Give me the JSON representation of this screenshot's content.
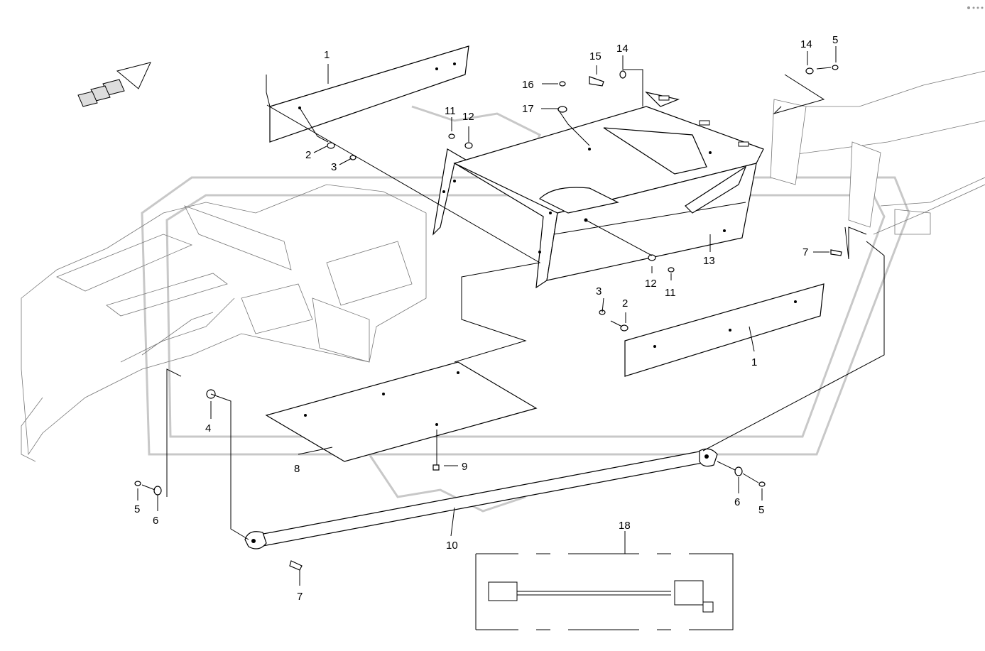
{
  "diagram": {
    "callouts": [
      {
        "key": "c1a",
        "text": "1"
      },
      {
        "key": "c1b",
        "text": "1"
      },
      {
        "key": "c2a",
        "text": "2"
      },
      {
        "key": "c2b",
        "text": "2"
      },
      {
        "key": "c3a",
        "text": "3"
      },
      {
        "key": "c3b",
        "text": "3"
      },
      {
        "key": "c4",
        "text": "4"
      },
      {
        "key": "c5a",
        "text": "5"
      },
      {
        "key": "c5b",
        "text": "5"
      },
      {
        "key": "c5c",
        "text": "5"
      },
      {
        "key": "c6a",
        "text": "6"
      },
      {
        "key": "c6b",
        "text": "6"
      },
      {
        "key": "c7a",
        "text": "7"
      },
      {
        "key": "c7b",
        "text": "7"
      },
      {
        "key": "c8",
        "text": "8"
      },
      {
        "key": "c9",
        "text": "9"
      },
      {
        "key": "c10",
        "text": "10"
      },
      {
        "key": "c11a",
        "text": "11"
      },
      {
        "key": "c11b",
        "text": "11"
      },
      {
        "key": "c12a",
        "text": "12"
      },
      {
        "key": "c12b",
        "text": "12"
      },
      {
        "key": "c13",
        "text": "13"
      },
      {
        "key": "c14a",
        "text": "14"
      },
      {
        "key": "c14b",
        "text": "14"
      },
      {
        "key": "c15",
        "text": "15"
      },
      {
        "key": "c16",
        "text": "16"
      },
      {
        "key": "c17",
        "text": "17"
      },
      {
        "key": "c18",
        "text": "18"
      }
    ],
    "icons": [
      "direction-arrow-icon",
      "corner-dots-icon"
    ]
  }
}
